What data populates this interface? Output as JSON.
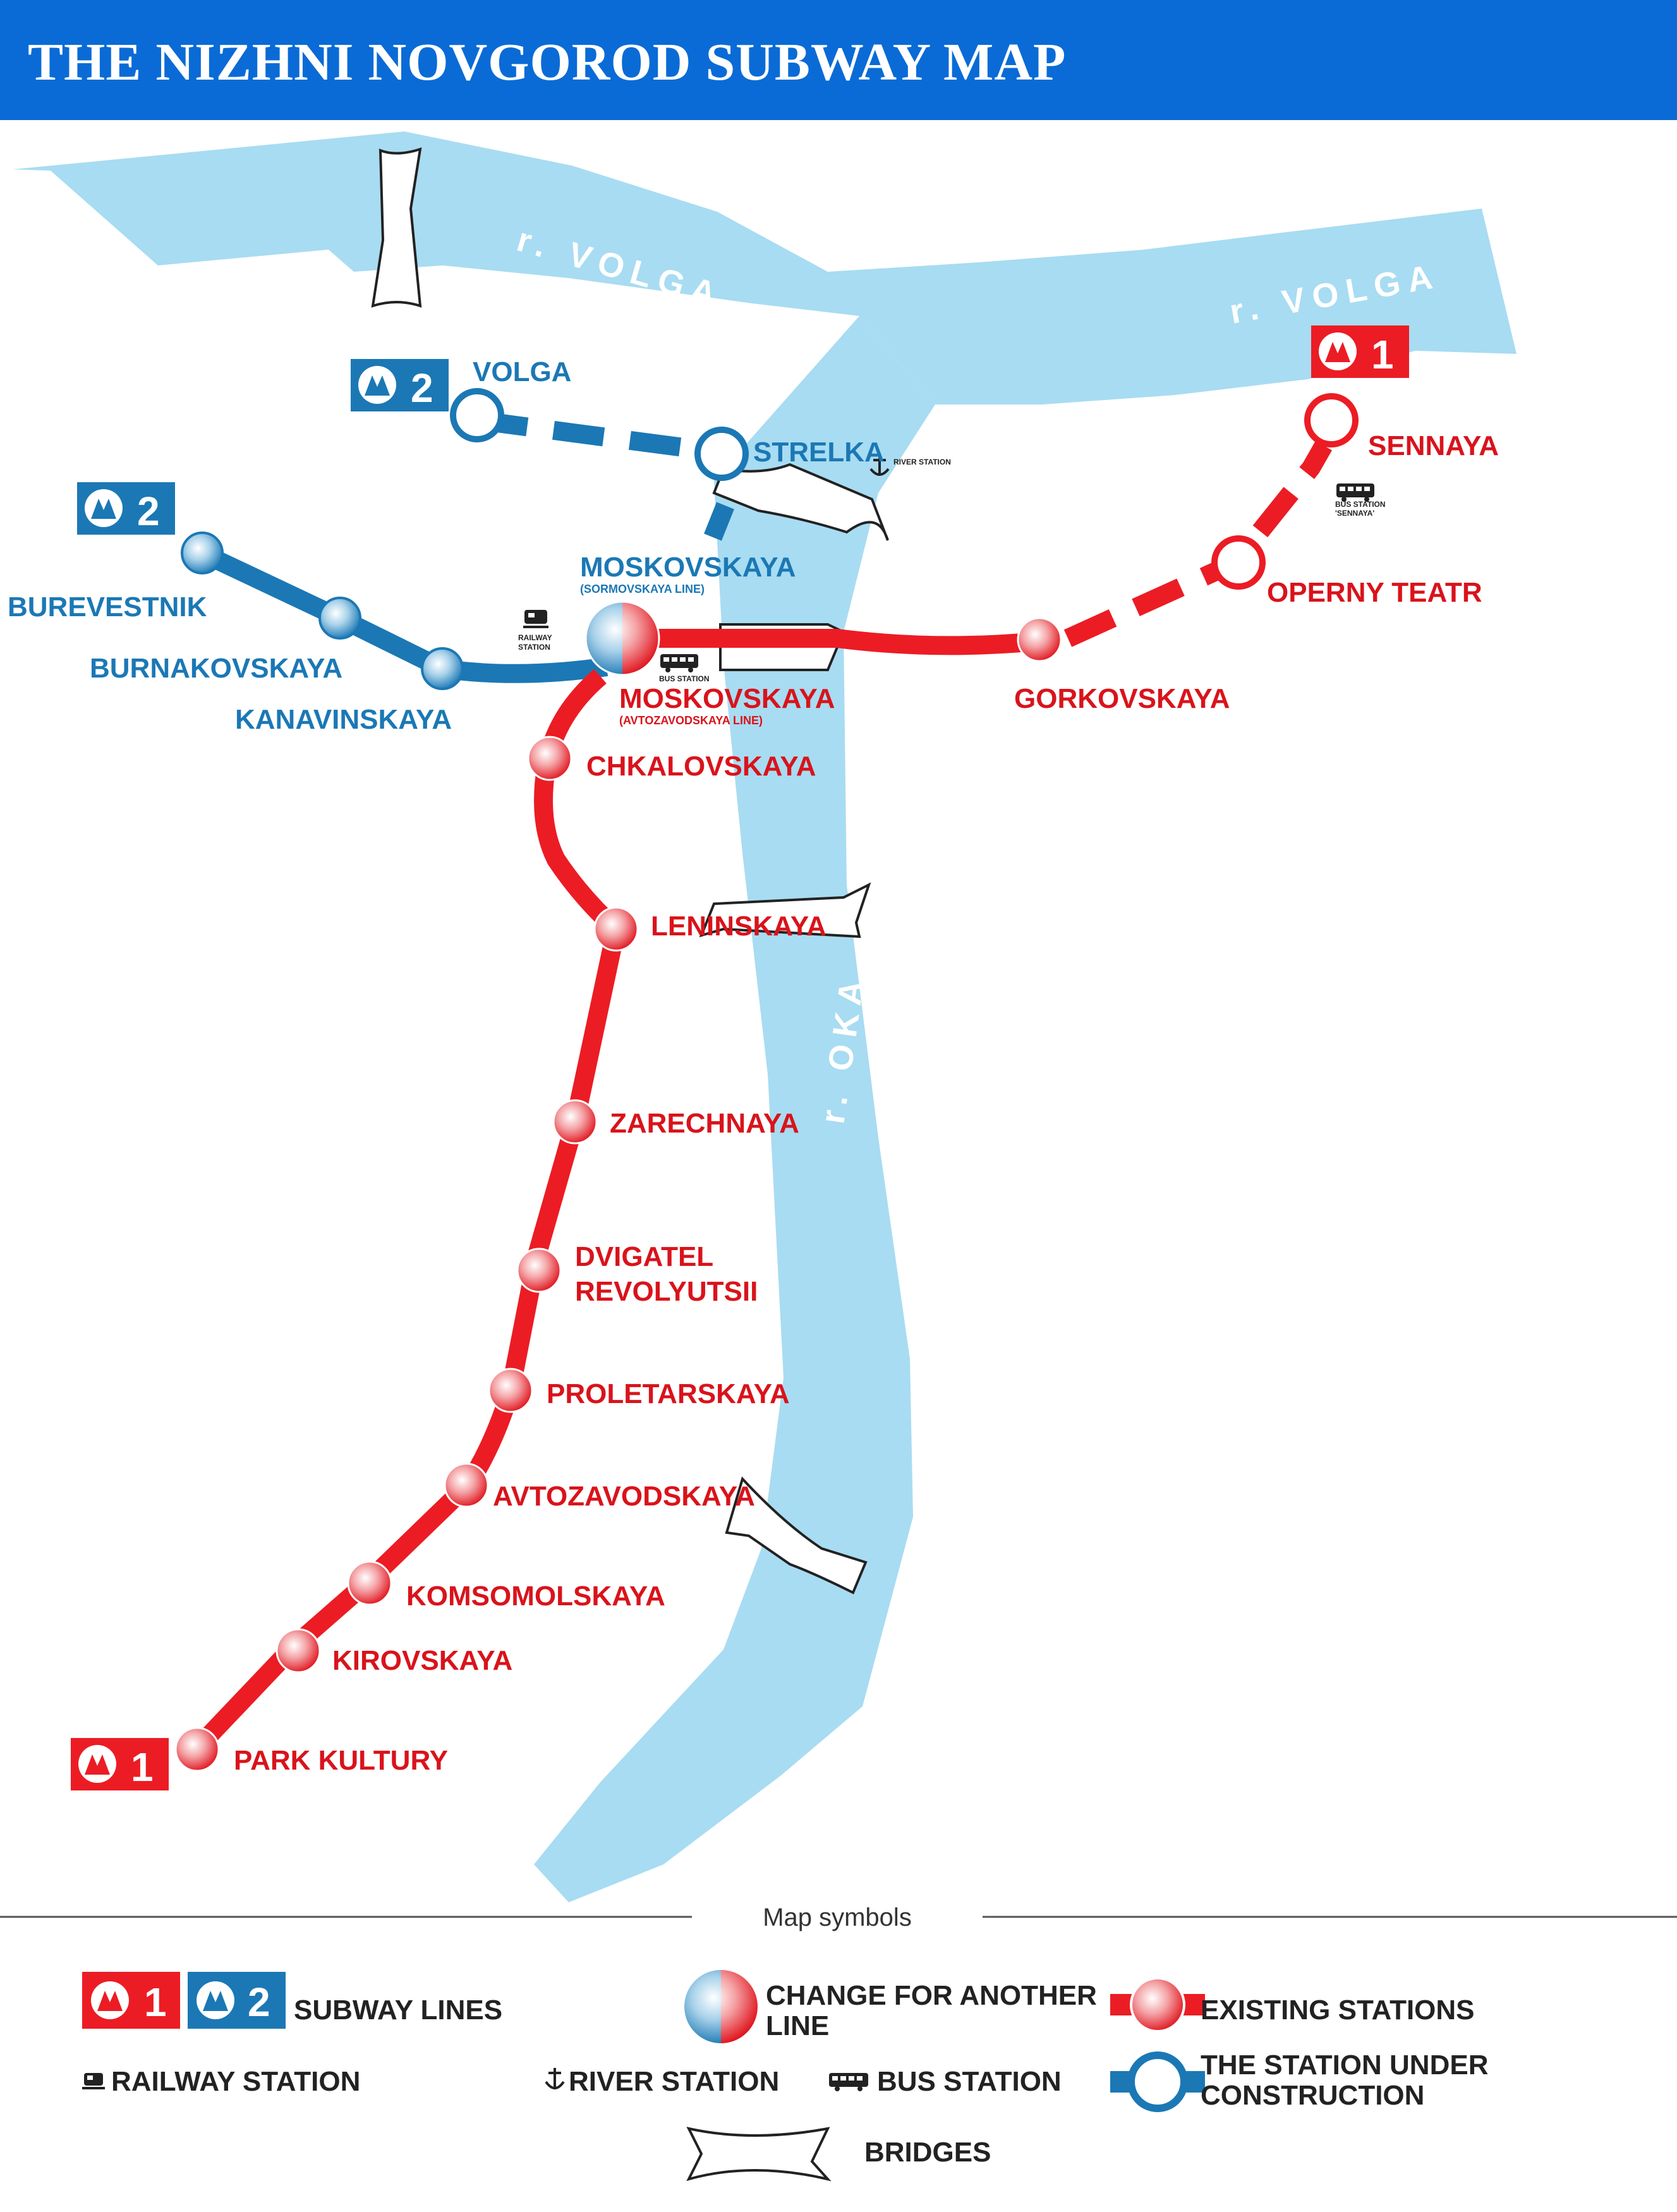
{
  "title": "THE NIZHNI NOVGOROD SUBWAY MAP",
  "colors": {
    "header": "#0a6bd6",
    "line1": "#ec1c24",
    "line2": "#1b78b5",
    "river": "#a8dcf2"
  },
  "rivers": {
    "volga_1": "r. VOLGA",
    "volga_2": "r. VOLGA",
    "oka": "r. OKA"
  },
  "badges": {
    "line1": "1",
    "line2": "2",
    "icon": "metro-logo-icon"
  },
  "stations": {
    "volga": "VOLGA",
    "strelka": "STRELKA",
    "burevestnik": "BUREVESTNIK",
    "burnakovskaya": "BURNAKOVSKAYA",
    "kanavinskaya": "KANAVINSKAYA",
    "moskovskaya_sormovskaya": "MOSKOVSKAYA",
    "moskovskaya_sormovskaya_sub": "(SORMOVSKAYA LINE)",
    "moskovskaya_avtozavodskaya": "MOSKOVSKAYA",
    "moskovskaya_avtozavodskaya_sub": "(AVTOZAVODSKAYA LINE)",
    "sennaya": "SENNAYA",
    "operny_teatr": "OPERNY TEATR",
    "gorkovskaya": "GORKOVSKAYA",
    "chkalovskaya": "CHKALOVSKAYA",
    "leninskaya": "LENINSKAYA",
    "zarechnaya": "ZARECHNAYA",
    "dvigatel_1": "DVIGATEL",
    "dvigatel_2": "REVOLYUTSII",
    "proletarskaya": "PROLETARSKAYA",
    "avtozavodskaya": "AVTOZAVODSKAYA",
    "komsomolskaya": "KOMSOMOLSKAYA",
    "kirovskaya": "KIROVSKAYA",
    "park_kultury": "PARK KULTURY"
  },
  "small_labels": {
    "river_station": "RIVER STATION",
    "railway_1": "RAILWAY",
    "railway_2": "STATION",
    "bus_station": "BUS STATION",
    "bus_sennaya_1": "BUS STATION",
    "bus_sennaya_2": "'SENNAYA'"
  },
  "legend": {
    "title": "Map symbols",
    "subway_lines": "SUBWAY LINES",
    "change_1": "CHANGE FOR ANOTHER",
    "change_2": "LINE",
    "existing": "EXISTING STATIONS",
    "construction_1": "THE STATION UNDER",
    "construction_2": "CONSTRUCTION",
    "railway": "RAILWAY STATION",
    "river": "RIVER STATION",
    "bus": "BUS STATION",
    "bridges": "BRIDGES"
  }
}
